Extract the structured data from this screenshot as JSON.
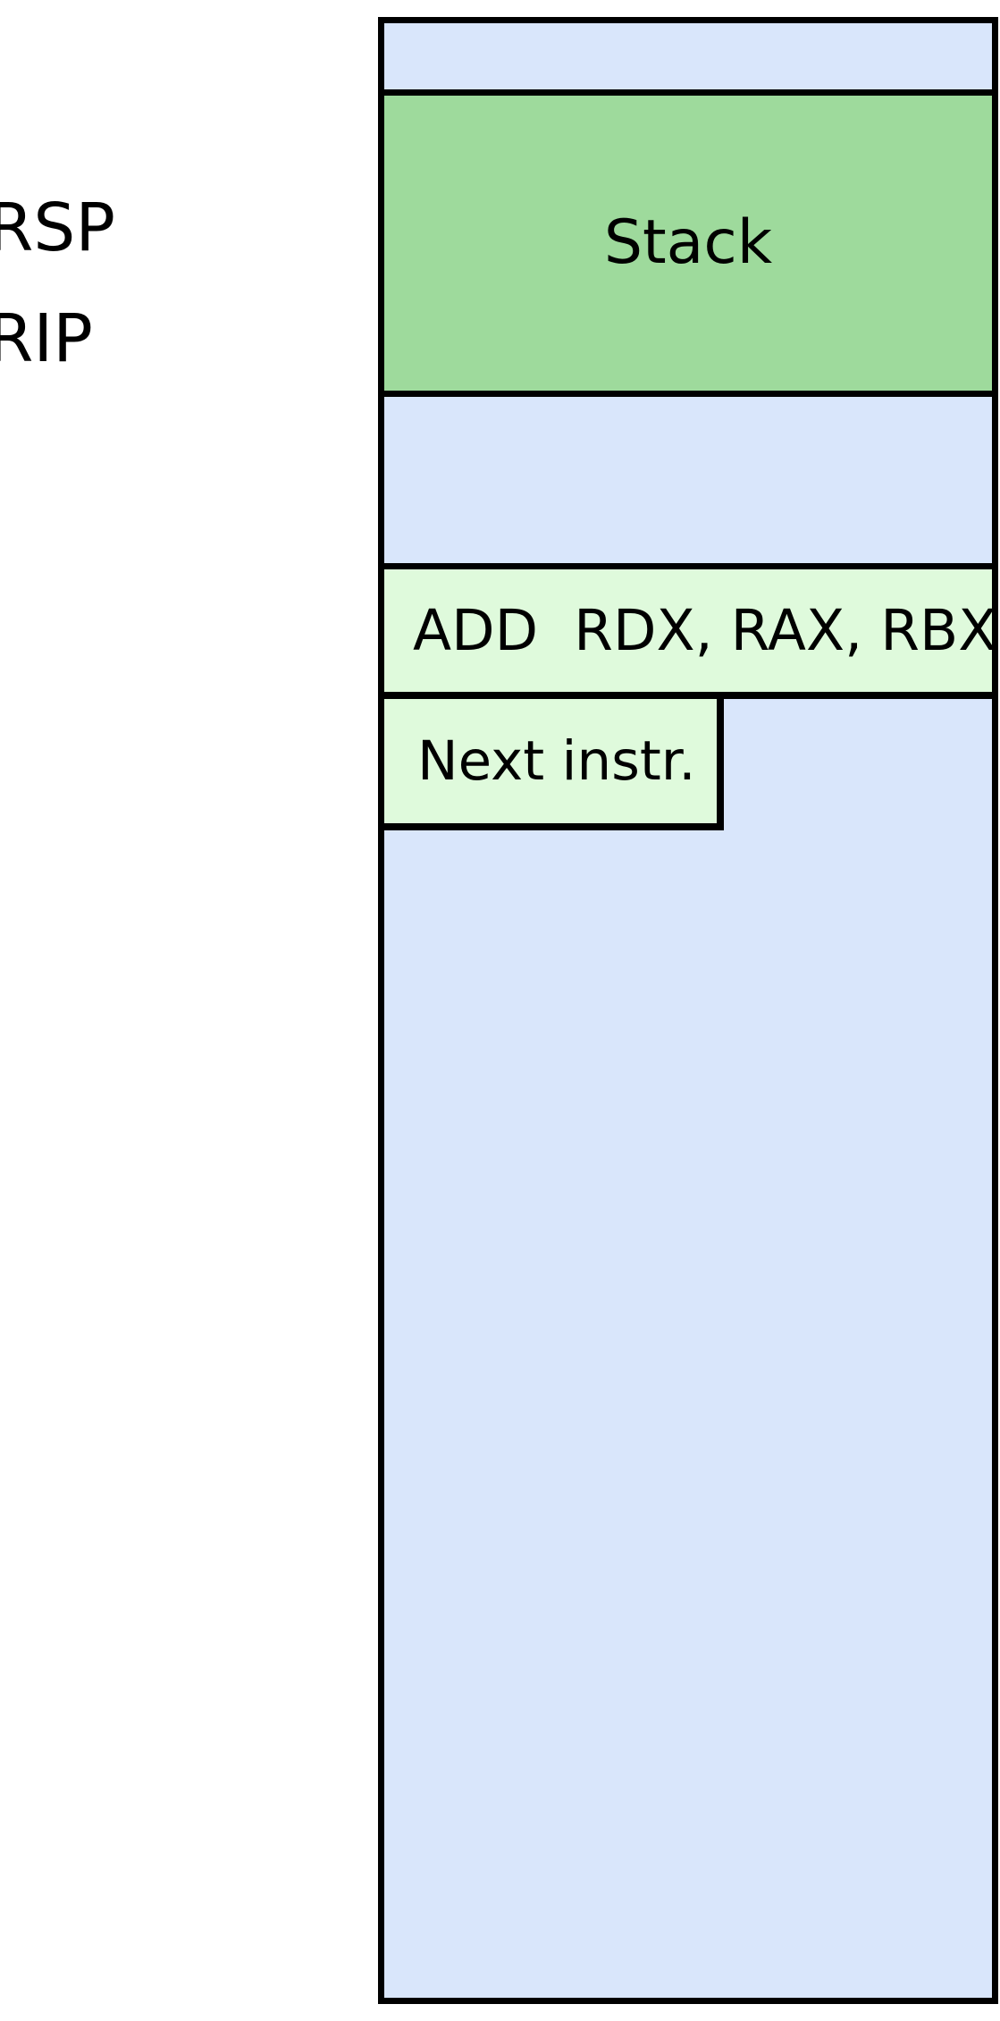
{
  "registers": {
    "rsp": "RSP",
    "rip": "RIP"
  },
  "memory": {
    "stack_label": "Stack",
    "instruction": "ADD  RDX, RAX, RBX",
    "next_instruction": "Next instr."
  },
  "colors": {
    "background": "#FFFFFF",
    "border": "#000000",
    "region_blue": "#D9E6FB",
    "stack_green": "#9EDA9C",
    "instruction_pale_green": "#DFFADC"
  }
}
